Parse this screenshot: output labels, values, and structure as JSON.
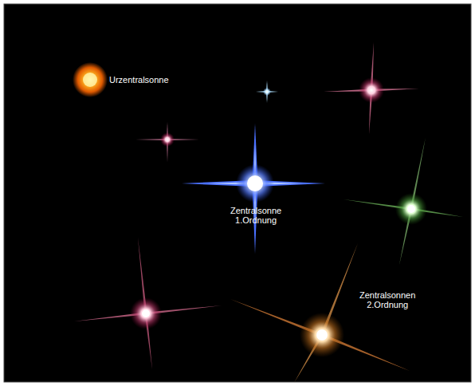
{
  "diagram": {
    "labels": [
      "Urzentralsonne",
      "Zentralsonne 1.Ordnung",
      "Zentralsonnen 2.Ordnung"
    ]
  }
}
